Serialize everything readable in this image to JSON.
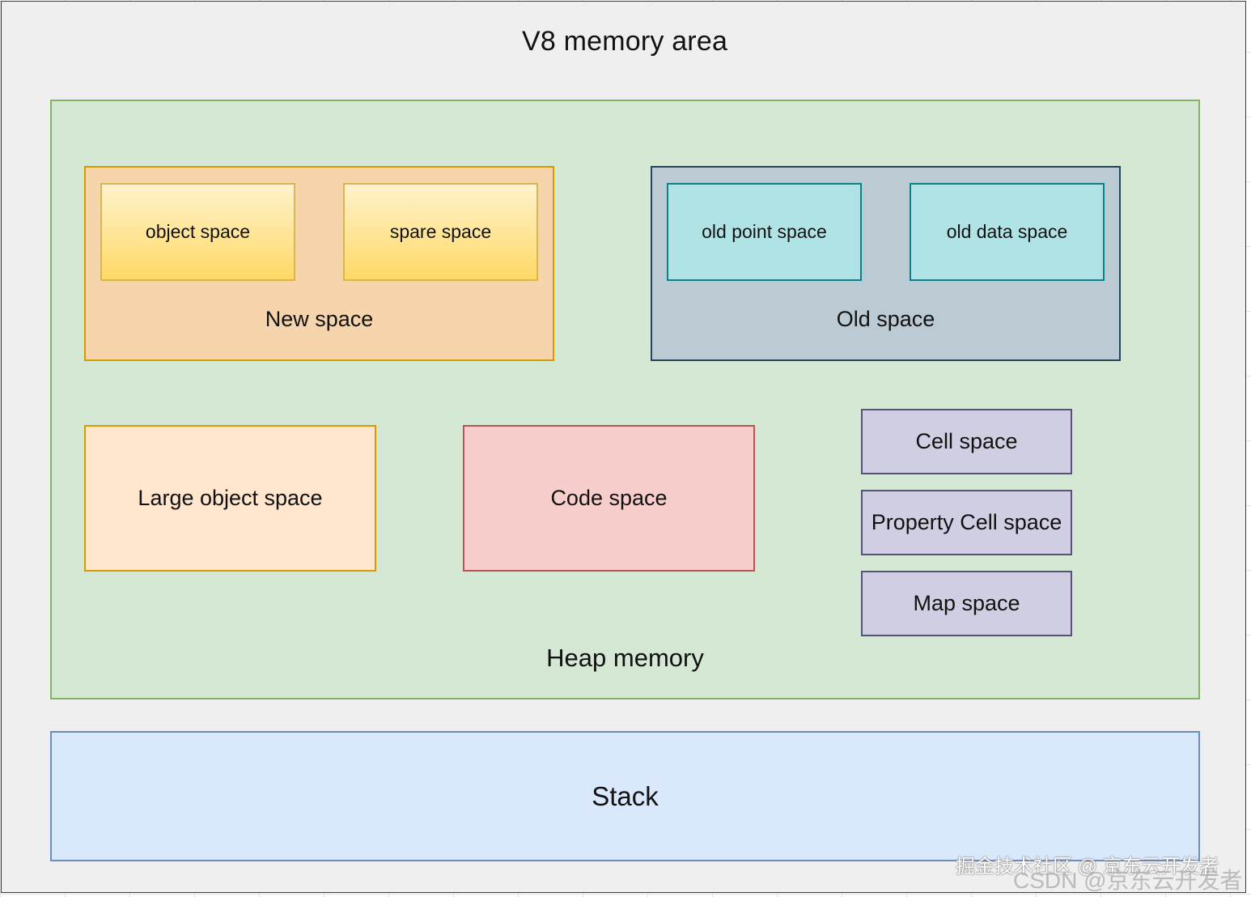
{
  "title": "V8  memory area",
  "heap": {
    "label": "Heap  memory",
    "new_space": {
      "label": "New space",
      "children": [
        "object space",
        "spare space"
      ]
    },
    "old_space": {
      "label": "Old space",
      "children": [
        "old point space",
        "old data  space"
      ]
    },
    "large_object_space": "Large object space",
    "code_space": "Code space",
    "cell_space": "Cell space",
    "property_cell_space": "Property Cell space",
    "map_space": "Map space"
  },
  "stack": "Stack",
  "watermarks": {
    "primary": "掘金技术社区 @ 京东云开发者",
    "secondary": "CSDN @京东云开发者"
  },
  "colors": {
    "heap_fill": "#d5e8d4",
    "heap_stroke": "#82b366",
    "new_space_fill": "#f6d5ac",
    "new_space_stroke": "#d79b00",
    "old_space_fill": "#bccad4",
    "old_space_stroke": "#23445d",
    "yellow_stroke": "#d6b656",
    "cyan_fill": "#b0e3e6",
    "cyan_stroke": "#0e8088",
    "large_fill": "#ffe6cc",
    "code_fill": "#f8cecc",
    "code_stroke": "#b85450",
    "purple_fill": "#d0cee2",
    "purple_stroke": "#56517e",
    "stack_fill": "#dae8fc",
    "stack_stroke": "#6c8ebf"
  }
}
